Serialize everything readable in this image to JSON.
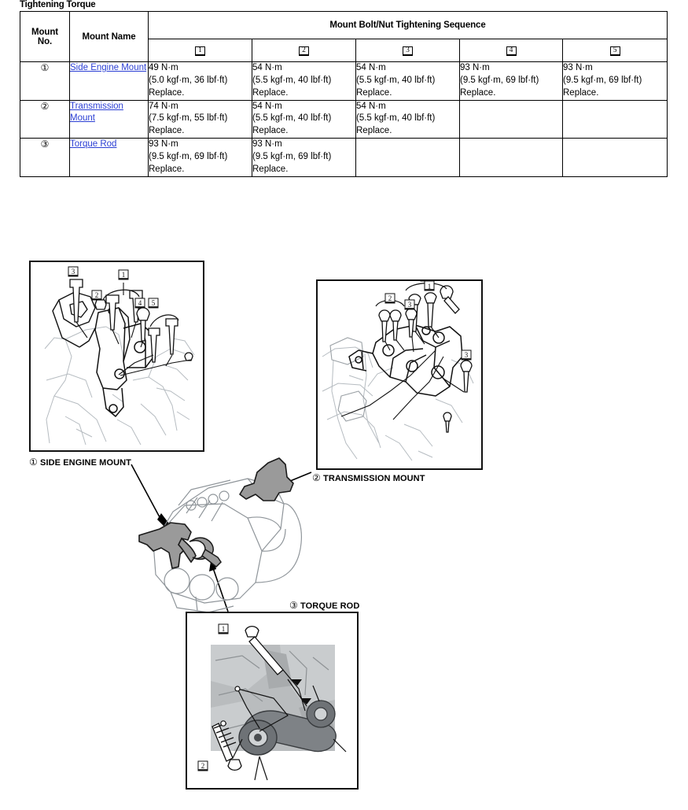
{
  "section": {
    "title": "Tightening Torque"
  },
  "table": {
    "headers": {
      "mount_no": "Mount\nNo.",
      "mount_no_line1": "Mount",
      "mount_no_line2": "No.",
      "mount_name": "Mount Name",
      "sequence_group": "Mount Bolt/Nut Tightening Sequence",
      "sequence_cols": [
        "1",
        "2",
        "3",
        "4",
        "5"
      ]
    },
    "rows": [
      {
        "no": "①",
        "name": "Side Engine Mount",
        "name_is_link": true,
        "values": [
          {
            "nm": "49 N·m",
            "alt": "(5.0 kgf·m, 36 lbf·ft)",
            "note": "Replace."
          },
          {
            "nm": "54 N·m",
            "alt": "(5.5 kgf·m, 40 lbf·ft)",
            "note": "Replace."
          },
          {
            "nm": "54 N·m",
            "alt": "(5.5 kgf·m, 40 lbf·ft)",
            "note": "Replace."
          },
          {
            "nm": "93 N·m",
            "alt": "(9.5 kgf·m, 69 lbf·ft)",
            "note": "Replace."
          },
          {
            "nm": "93 N·m",
            "alt": "(9.5 kgf·m, 69 lbf·ft)",
            "note": "Replace."
          }
        ]
      },
      {
        "no": "②",
        "name": "Transmission Mount",
        "name_is_link": true,
        "values": [
          {
            "nm": "74 N·m",
            "alt": "(7.5 kgf·m, 55 lbf·ft)",
            "note": "Replace."
          },
          {
            "nm": "54 N·m",
            "alt": "(5.5 kgf·m, 40 lbf·ft)",
            "note": "Replace."
          },
          {
            "nm": "54 N·m",
            "alt": "(5.5 kgf·m, 40 lbf·ft)",
            "note": "Replace."
          },
          {
            "nm": "",
            "alt": "",
            "note": ""
          },
          {
            "nm": "",
            "alt": "",
            "note": ""
          }
        ]
      },
      {
        "no": "③",
        "name": "Torque Rod",
        "name_is_link": true,
        "values": [
          {
            "nm": "93 N·m",
            "alt": "(9.5 kgf·m, 69 lbf·ft)",
            "note": "Replace."
          },
          {
            "nm": "93 N·m",
            "alt": "(9.5 kgf·m, 69 lbf·ft)",
            "note": "Replace."
          },
          {
            "nm": "",
            "alt": "",
            "note": ""
          },
          {
            "nm": "",
            "alt": "",
            "note": ""
          },
          {
            "nm": "",
            "alt": "",
            "note": ""
          }
        ]
      }
    ]
  },
  "figures": [
    {
      "id": "side-engine-mount",
      "caption_mark": "①",
      "caption": "SIDE ENGINE MOUNT",
      "callouts": [
        "3",
        "1",
        "2",
        "4",
        "5"
      ]
    },
    {
      "id": "transmission-mount",
      "caption_mark": "②",
      "caption": "TRANSMISSION MOUNT",
      "callouts": [
        "1",
        "2",
        "3",
        "3"
      ]
    },
    {
      "id": "torque-rod",
      "caption_mark": "③",
      "caption": "TORQUE ROD",
      "callouts": [
        "1",
        "2"
      ]
    }
  ],
  "colors": {
    "link": "#2b3fd4",
    "line": "#000000",
    "mount_fill": "#9a9a9a",
    "photo_gray": "#b9bcbe"
  }
}
